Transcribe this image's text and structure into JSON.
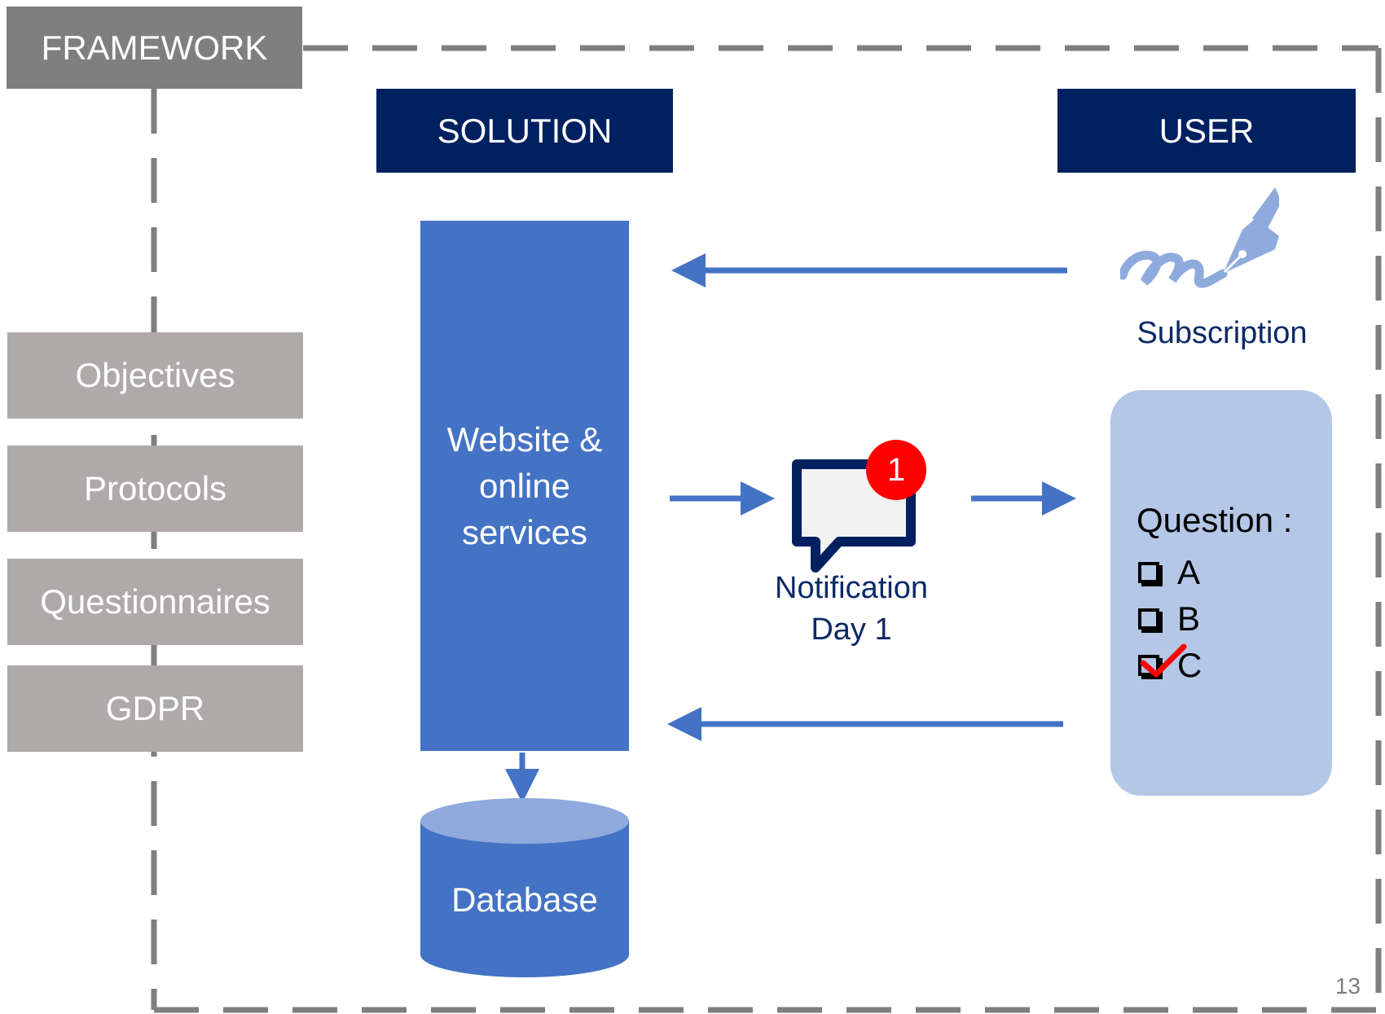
{
  "framework": {
    "title": "FRAMEWORK",
    "items": [
      {
        "label": "Objectives"
      },
      {
        "label": "Protocols"
      },
      {
        "label": "Questionnaires"
      },
      {
        "label": "GDPR"
      }
    ]
  },
  "solution": {
    "header": "SOLUTION",
    "service_lines": [
      "Website &",
      "online",
      "services"
    ],
    "database_label": "Database"
  },
  "user": {
    "header": "USER",
    "subscription_label": "Subscription",
    "question": {
      "title": "Question :",
      "options": [
        {
          "label": "A",
          "checked": false
        },
        {
          "label": "B",
          "checked": false
        },
        {
          "label": "C",
          "checked": true
        }
      ]
    }
  },
  "notification": {
    "badge": "1",
    "line1": "Notification",
    "line2": "Day 1"
  },
  "page_number": "13",
  "colors": {
    "framework_gray": "#7f7f7f",
    "item_gray": "#aeaaaa",
    "navy": "#002060",
    "blue": "#4472c4",
    "light_blue": "#b4c7e7",
    "badge_red": "#ff0000",
    "check_red": "#ff0000"
  }
}
